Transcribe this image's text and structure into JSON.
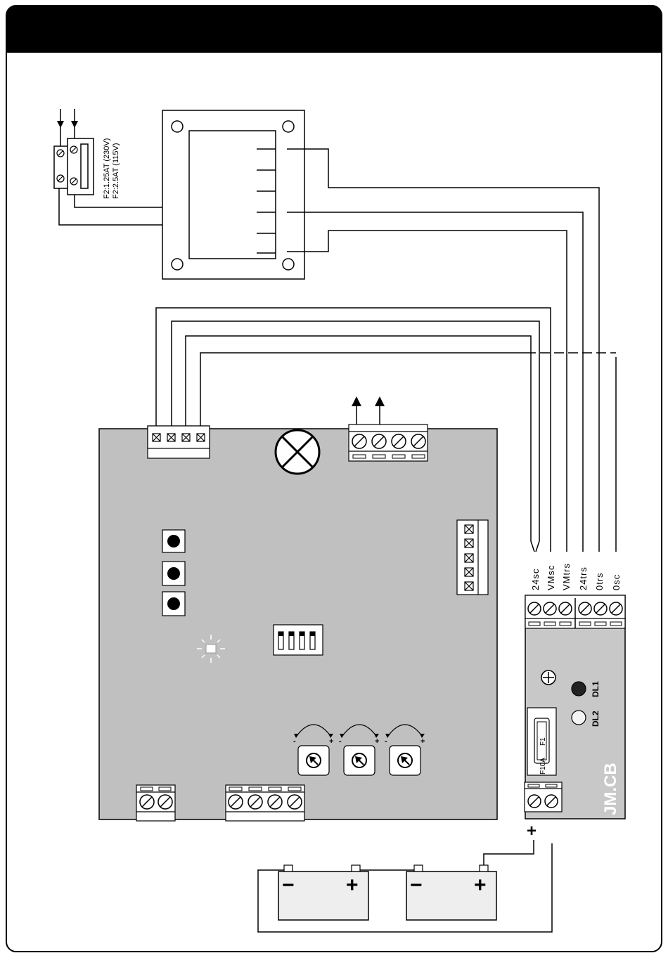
{
  "fuse_label": {
    "line1": "F2:1.25AT (230V)",
    "line2": "F2:2.5AT (115V)"
  },
  "terminal_labels": [
    "24sc",
    "VMsc",
    "VMtrs",
    "24trs",
    "0trs",
    "0sc"
  ],
  "module": {
    "name": "JM.CB",
    "led1": "DL1",
    "led2": "DL2",
    "fuse_top": "F1",
    "fuse_bottom": "F10A"
  },
  "battery": {
    "plus": "+",
    "minus": "−"
  },
  "trimmer": {
    "minus": "-",
    "plus": "+"
  },
  "colors": {
    "board": "#c0c0c0",
    "module": "#c8c8c8",
    "battery": "#eeeeee",
    "header": "#000000"
  }
}
